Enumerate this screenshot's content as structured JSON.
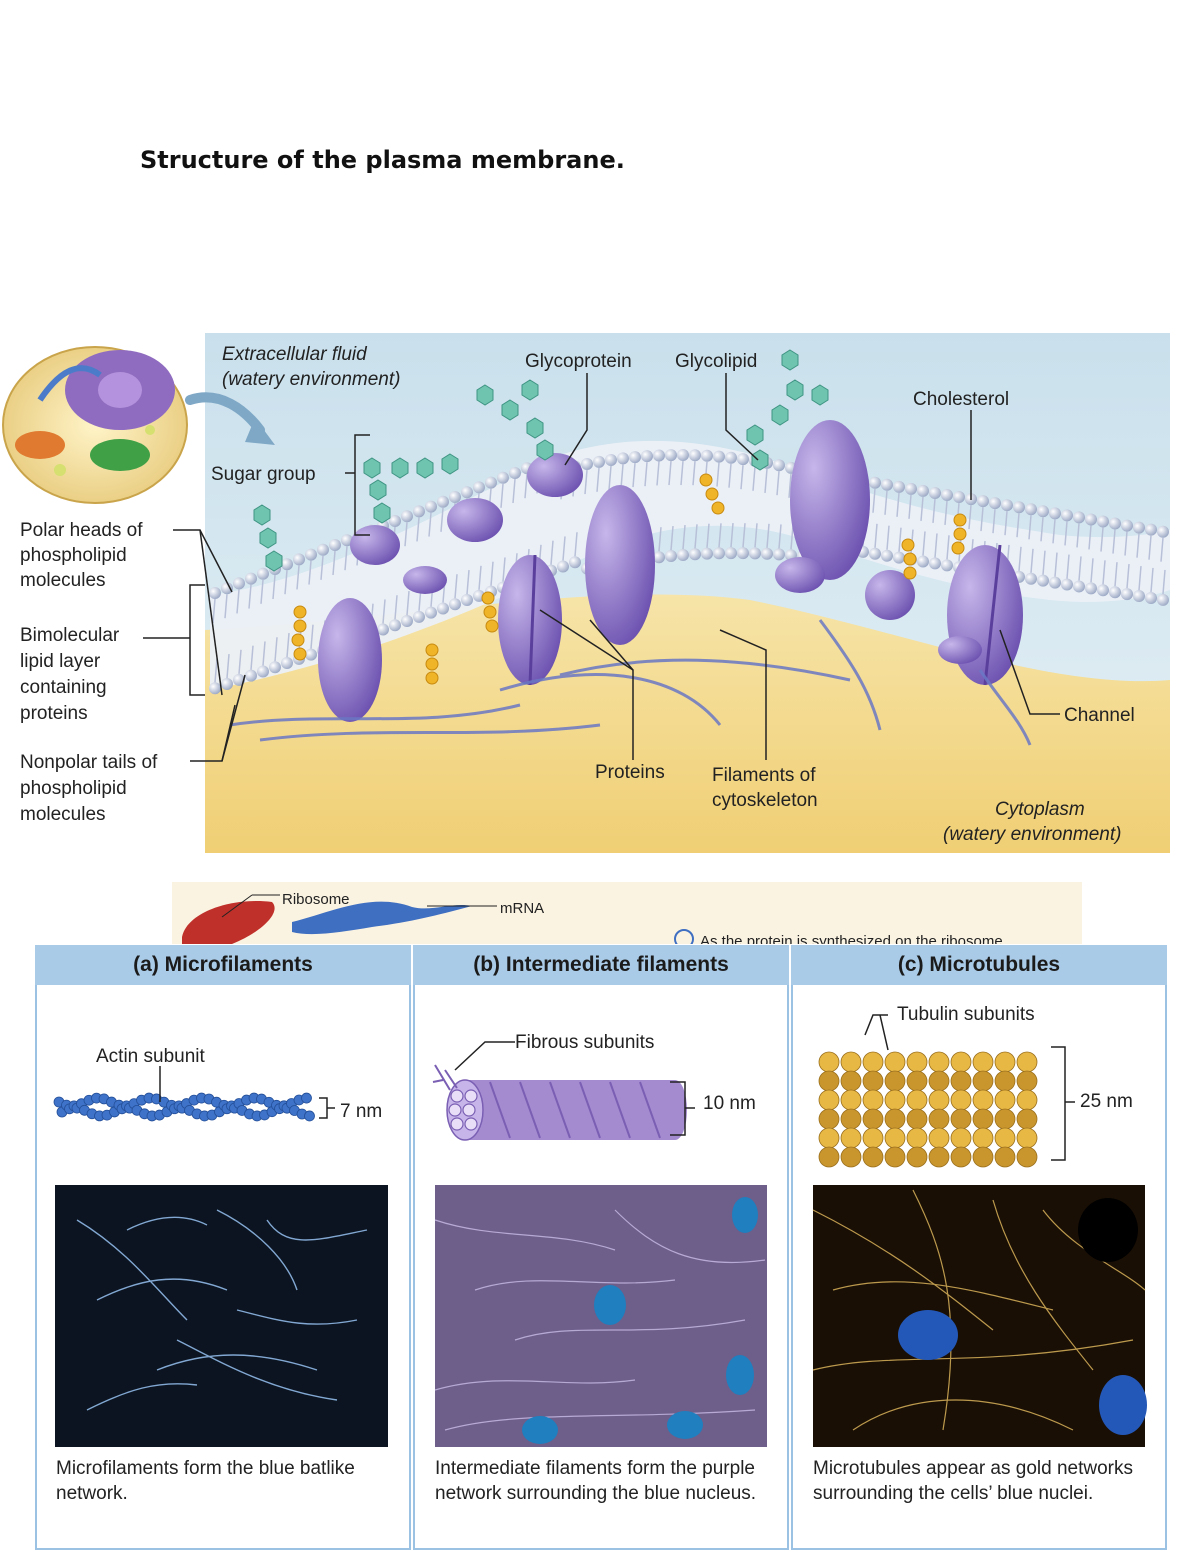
{
  "document": {
    "title": "Structure of the plasma membrane."
  },
  "membrane_figure": {
    "extracellular": [
      "Extracellular fluid",
      "(watery environment)"
    ],
    "glycoprotein": "Glycoprotein",
    "glycolipid": "Glycolipid",
    "cholesterol": "Cholesterol",
    "sugar_group": "Sugar group",
    "polar_heads": [
      "Polar heads of",
      "phospholipid",
      "molecules"
    ],
    "bimolecular": [
      "Bimolecular",
      "lipid layer",
      "containing",
      "proteins"
    ],
    "nonpolar_tails": [
      "Nonpolar tails of",
      "phospholipid",
      "molecules"
    ],
    "proteins": "Proteins",
    "filaments": [
      "Filaments of",
      "cytoskeleton"
    ],
    "channel": "Channel",
    "cytoplasm": [
      "Cytoplasm",
      "(watery environment)"
    ]
  },
  "partial_figure": {
    "ribosome": "Ribosome",
    "mrna": "mRNA",
    "step": "As the protein is synthesized on the ribosome"
  },
  "cytoskeleton_figure": {
    "panels": [
      {
        "heading": "(a)  Microfilaments",
        "subunit": "Actin subunit",
        "size": "7 nm",
        "caption": "Microfilaments form the blue batlike network."
      },
      {
        "heading": "(b)  Intermediate filaments",
        "subunit": "Fibrous subunits",
        "size": "10 nm",
        "caption": "Intermediate filaments form the purple network surrounding the blue nucleus."
      },
      {
        "heading": "(c)  Microtubules",
        "subunit": "Tubulin subunits",
        "size": "25 nm",
        "caption": "Microtubules appear as gold networks surrounding the cells’ blue nuclei."
      }
    ]
  },
  "colors": {
    "extracellular_bg": "#d6e8f1",
    "cytoplasm_bg": "#f4d98a",
    "protein": "#8b74c4",
    "panel_header": "#a9cbe7",
    "sugar": "#6fc4b0"
  }
}
